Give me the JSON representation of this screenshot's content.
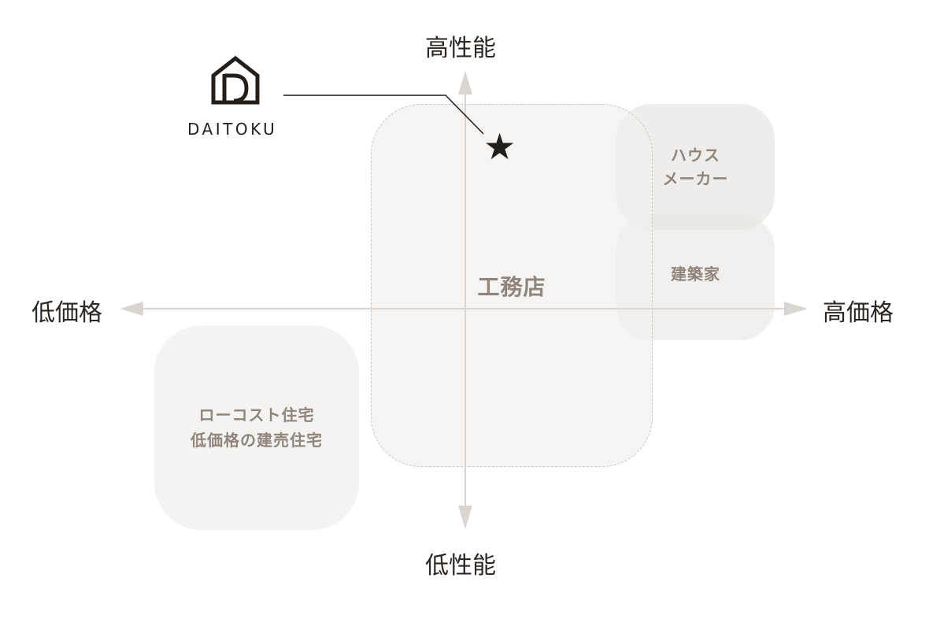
{
  "axes": {
    "top": "高性能",
    "bottom": "低性能",
    "left": "低価格",
    "right": "高価格"
  },
  "zones": {
    "lowcost": {
      "line1": "ローコスト住宅",
      "line2": "低価格の建売住宅"
    },
    "house_maker": {
      "line1": "ハウス",
      "line2": "メーカー"
    },
    "architect": {
      "label": "建築家"
    },
    "koumuten": {
      "label": "工務店"
    }
  },
  "marker": {
    "symbol": "★"
  },
  "logo": {
    "text": "DAITOKU"
  },
  "colors": {
    "axis": "#d9d6d2",
    "zone_text": "#8f857a",
    "dark": "#231e1a"
  }
}
